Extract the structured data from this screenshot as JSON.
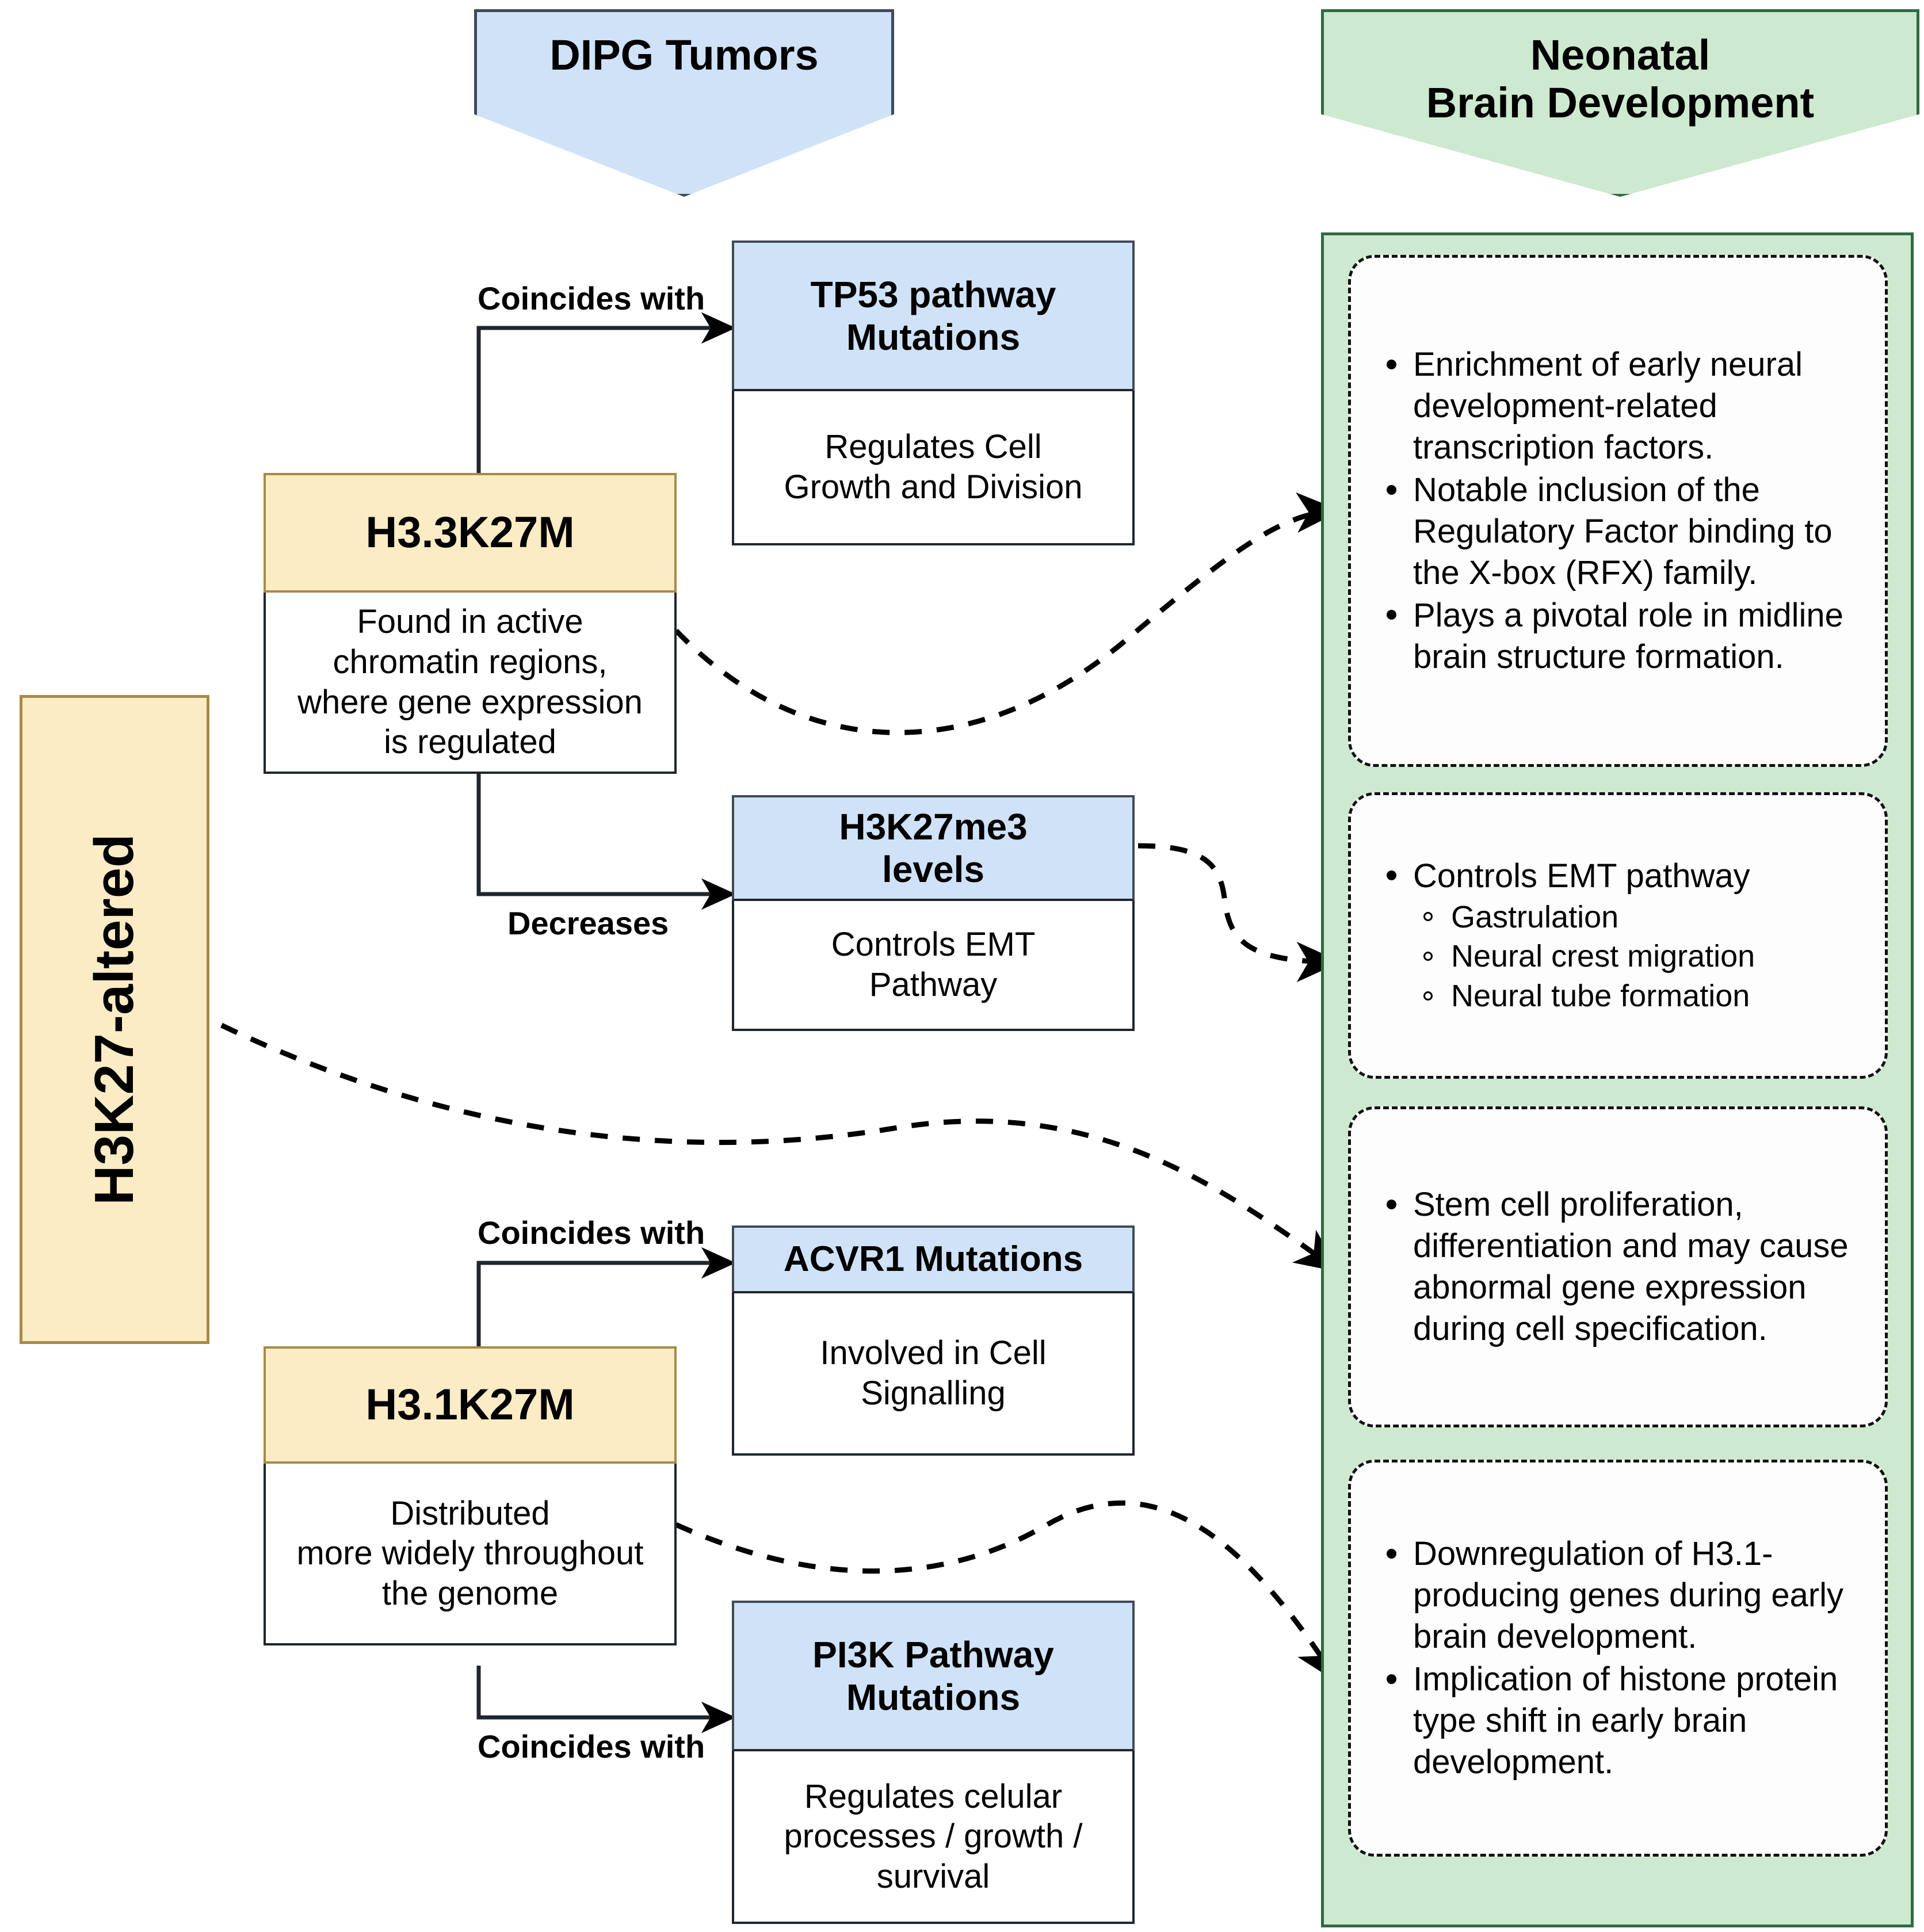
{
  "colors": {
    "blue_fill": "#cfe2f7",
    "tan_fill": "#fbecc5",
    "tan_border": "#a78b46",
    "green_panel": "#cde9cf",
    "green_border": "#2f6b43",
    "outline": "#20262e"
  },
  "banners": {
    "left": {
      "title": "DIPG Tumors"
    },
    "right": {
      "line1": "Neonatal",
      "line2": "Brain Development"
    }
  },
  "root": {
    "label": "H3K27-altered"
  },
  "nodes": {
    "h33": {
      "header": "H3.3K27M",
      "body": "Found in active\nchromatin regions,\nwhere gene expression\nis regulated"
    },
    "tp53": {
      "header": "TP53 pathway\nMutations",
      "body": "Regulates Cell\nGrowth and Division"
    },
    "h3k27me3": {
      "header": "H3K27me3\nlevels",
      "body": "Controls EMT\nPathway"
    },
    "h31": {
      "header": "H3.1K27M",
      "body": "Distributed\nmore widely throughout\nthe genome"
    },
    "acvr1": {
      "header": "ACVR1 Mutations",
      "body": "Involved in Cell\nSignalling"
    },
    "pi3k": {
      "header": "PI3K Pathway\nMutations",
      "body": "Regulates celular\nprocesses / growth /\nsurvival"
    }
  },
  "edge_labels": {
    "tp53": "Coincides with",
    "h3k27me3": "Decreases",
    "acvr1": "Coincides with",
    "pi3k": "Coincides with"
  },
  "cards": [
    {
      "items": [
        {
          "level": 1,
          "text": "Enrichment of early neural development-related transcription factors."
        },
        {
          "level": 1,
          "text": "Notable inclusion of the Regulatory Factor binding to the X-box (RFX) family."
        },
        {
          "level": 1,
          "text": "Plays a pivotal role in midline brain structure formation."
        }
      ]
    },
    {
      "items": [
        {
          "level": 1,
          "text": "Controls EMT pathway"
        },
        {
          "level": 2,
          "text": "Gastrulation"
        },
        {
          "level": 2,
          "text": "Neural crest migration"
        },
        {
          "level": 2,
          "text": "Neural tube formation"
        }
      ]
    },
    {
      "items": [
        {
          "level": 1,
          "text": "Stem cell proliferation, differentiation and may cause abnormal gene expression during cell specification."
        }
      ]
    },
    {
      "items": [
        {
          "level": 1,
          "text": "Downregulation of H3.1-producing genes during early brain development."
        },
        {
          "level": 1,
          "text": "Implication of histone protein type shift in early brain development."
        }
      ]
    }
  ]
}
